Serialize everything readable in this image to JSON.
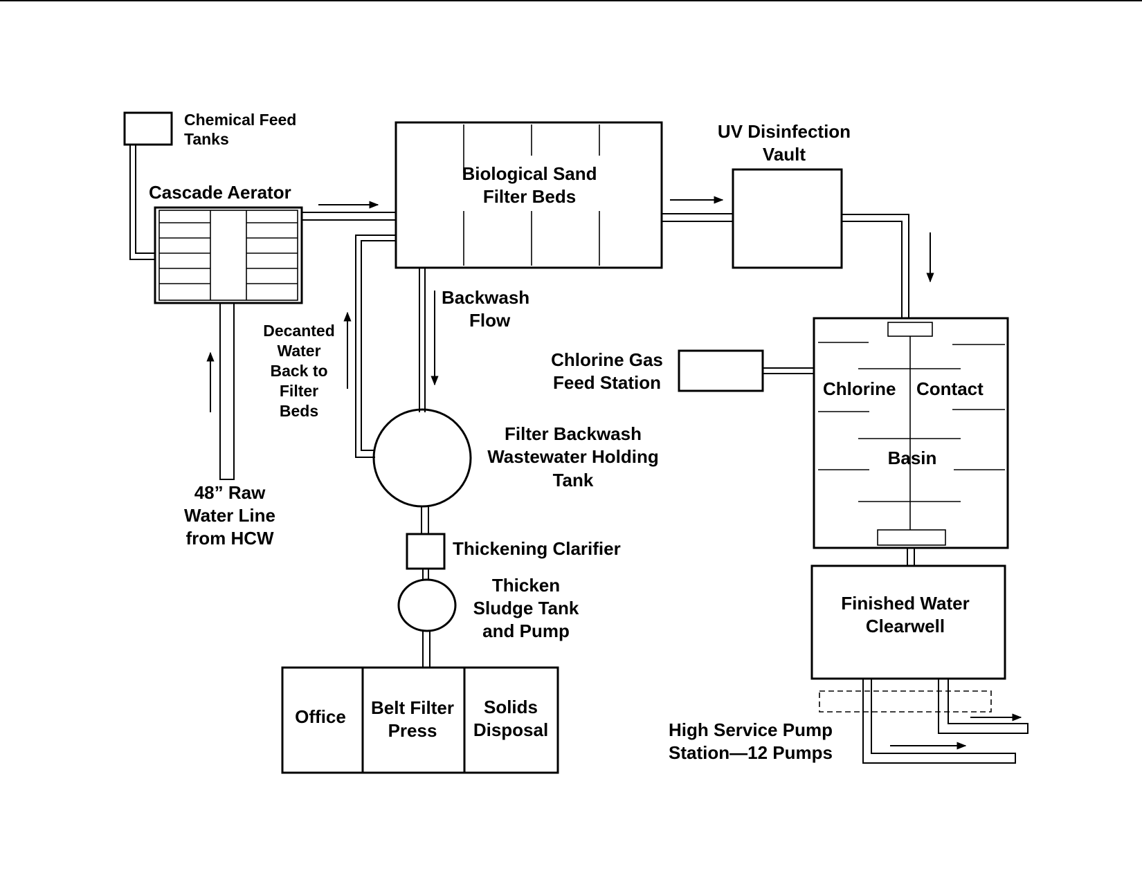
{
  "labels": {
    "chemical_feed_tanks": [
      "Chemical Feed",
      "Tanks"
    ],
    "cascade_aerator": "Cascade Aerator",
    "raw_water_line": [
      "48” Raw",
      "Water Line",
      "from HCW"
    ],
    "decanted_water": [
      "Decanted",
      "Water",
      "Back to",
      "Filter",
      "Beds"
    ],
    "sand_filter_beds": [
      "Biological Sand",
      "Filter Beds"
    ],
    "backwash_flow": [
      "Backwash",
      "Flow"
    ],
    "holding_tank": [
      "Filter Backwash",
      "Wastewater Holding",
      "Tank"
    ],
    "thickening_clarifier": "Thickening Clarifier",
    "sludge_tank": [
      "Thicken",
      "Sludge Tank",
      "and Pump"
    ],
    "office": "Office",
    "belt_filter_press": [
      "Belt Filter",
      "Press"
    ],
    "solids_disposal": [
      "Solids",
      "Disposal"
    ],
    "uv_vault": [
      "UV Disinfection",
      "Vault"
    ],
    "chlorine_gas": [
      "Chlorine Gas",
      "Feed Station"
    ],
    "chlorine_contact_left": "Chlorine",
    "chlorine_contact_right": "Contact",
    "basin": "Basin",
    "clearwell": [
      "Finished Water",
      "Clearwell"
    ],
    "pump_station": [
      "High Service Pump",
      "Station—12 Pumps"
    ]
  }
}
